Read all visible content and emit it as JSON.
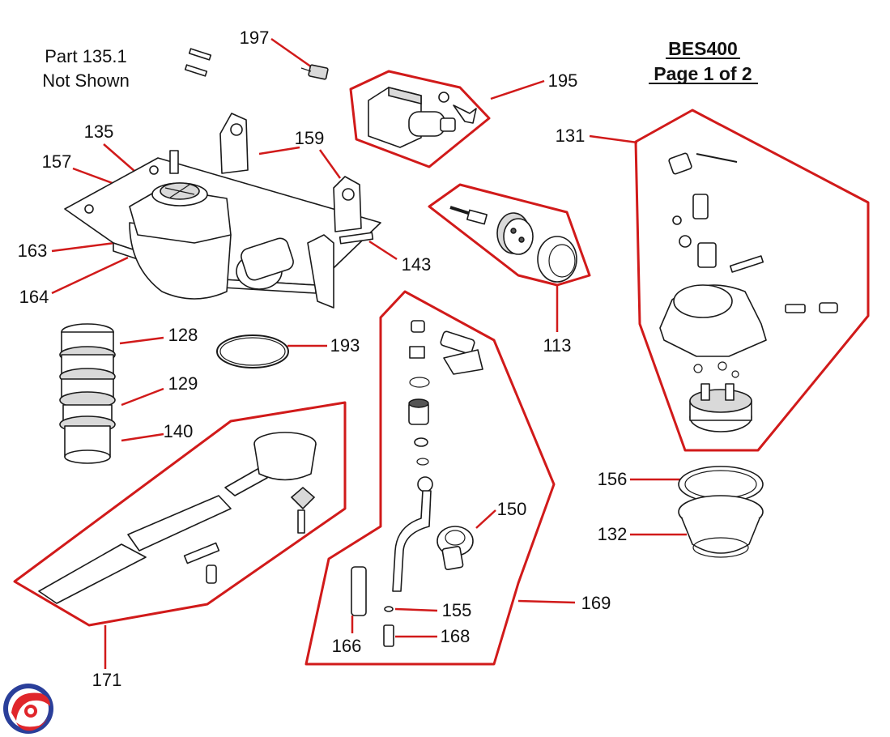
{
  "header": {
    "model": "BES400",
    "page": "Page 1 of 2"
  },
  "note": {
    "line1": "Part 135.1",
    "line2": "Not Shown"
  },
  "labels": {
    "p197": "197",
    "p195": "195",
    "p131": "131",
    "p159": "159",
    "p135": "135",
    "p157": "157",
    "p163": "163",
    "p164": "164",
    "p143": "143",
    "p113": "113",
    "p128": "128",
    "p193": "193",
    "p129": "129",
    "p140": "140",
    "p150": "150",
    "p156": "156",
    "p132": "132",
    "p155": "155",
    "p168": "168",
    "p166": "166",
    "p169": "169",
    "p171": "171"
  },
  "colors": {
    "callout": "#d11a1a",
    "linework": "#1a1a1a",
    "logo_red": "#e0262b",
    "logo_blue": "#2a3f9a"
  },
  "logo": {
    "icon": "swirl-logo-icon"
  }
}
